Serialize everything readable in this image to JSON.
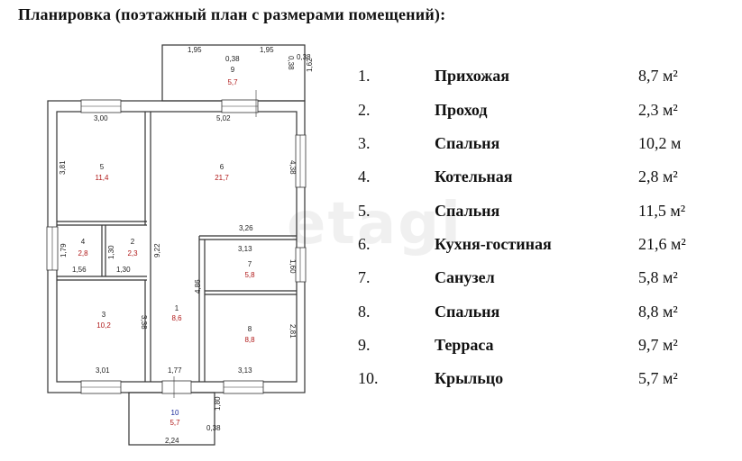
{
  "title": "Планировка (поэтажный план с размерами помещений):",
  "watermark": "etagi",
  "plan": {
    "rooms": [
      {
        "num": "1",
        "area": "8,6"
      },
      {
        "num": "2",
        "area": "2,3"
      },
      {
        "num": "3",
        "area": "10,2"
      },
      {
        "num": "4",
        "area": "2,8"
      },
      {
        "num": "5",
        "area": "11,4"
      },
      {
        "num": "6",
        "area": "21,7"
      },
      {
        "num": "7",
        "area": "5,8"
      },
      {
        "num": "8",
        "area": "8,8"
      },
      {
        "num": "9",
        "area": "5,7"
      },
      {
        "num": "10",
        "area": "5,7"
      }
    ],
    "dims": {
      "terrace_left": "1,95",
      "terrace_right": "1,95",
      "terrace_mid": "0,38",
      "terrace_side": "0,38",
      "terrace_side2": "0,38",
      "terrace_h": "1,62",
      "r5_w": "3,00",
      "r5_h": "3,81",
      "r6_w": "5,02",
      "r6_h": "4,38",
      "r6_bot": "3,26",
      "hall_h": "9,22",
      "r4_h": "1,79",
      "r4_w": "1,56",
      "r2_h": "1,30",
      "r2_w": "1,30",
      "r7_w": "3,13",
      "r7_h": "1,60",
      "r1_h": "4,86",
      "r3_h": "3,38",
      "r3_w": "3,01",
      "r1_w": "1,77",
      "r8_w": "3,13",
      "r8_h": "2,81",
      "porch_h": "1,80",
      "porch_w": "2,24",
      "porch_side": "0,38"
    }
  },
  "legend": [
    {
      "num": "1.",
      "name": "Прихожая",
      "area": "8,7 м²"
    },
    {
      "num": "2.",
      "name": "Проход",
      "area": "2,3 м²"
    },
    {
      "num": "3.",
      "name": "Спальня",
      "area": "10,2 м"
    },
    {
      "num": "4.",
      "name": "Котельная",
      "area": "2,8 м²"
    },
    {
      "num": "5.",
      "name": "Спальня",
      "area": "11,5 м²"
    },
    {
      "num": "6.",
      "name": "Кухня-гостиная",
      "area": "21,6 м²"
    },
    {
      "num": "7.",
      "name": "Санузел",
      "area": "5,8 м²"
    },
    {
      "num": "8.",
      "name": "Спальня",
      "area": "8,8 м²"
    },
    {
      "num": "9.",
      "name": "Терраса",
      "area": "9,7 м²"
    },
    {
      "num": "10.",
      "name": "Крыльцо",
      "area": "5,7 м²"
    }
  ]
}
